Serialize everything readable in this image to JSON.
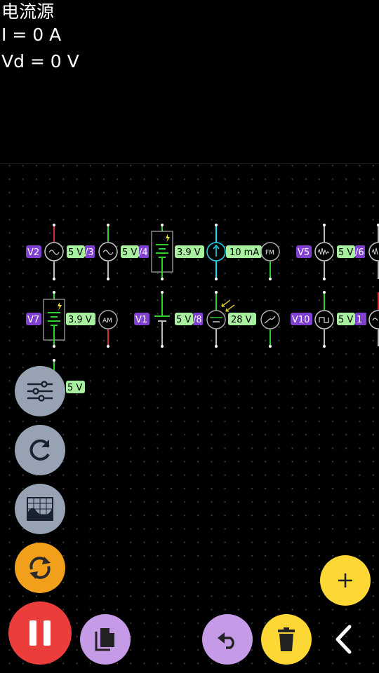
{
  "info": {
    "title": "电流源",
    "current": "I = 0 A",
    "diode_voltage": "Vd = 0 V"
  },
  "components": {
    "v2": {
      "name": "V2",
      "value": "5 V",
      "peer": "/3"
    },
    "v3": {
      "value": "5 V",
      "peer": "/4"
    },
    "battery_1": {
      "value": "3.9 V"
    },
    "current_source": {
      "value": "10 mA"
    },
    "fm_source": {
      "icon": "fm-source-icon",
      "text": "FM"
    },
    "v5": {
      "name": "V5",
      "value": "5 V",
      "peer": "/6"
    },
    "v7": {
      "name": "V7",
      "value": "3.9 V"
    },
    "am_source": {
      "icon": "am-source-icon",
      "text": "AM"
    },
    "v1": {
      "name": "V1",
      "value": "5 V",
      "peer": "/8"
    },
    "solar_cell": {
      "value": "28 V"
    },
    "v10": {
      "name": "V10",
      "value": "5 V",
      "peer": "1"
    },
    "bottom_source": {
      "value": "5 V"
    }
  },
  "colors": {
    "name_label_bg": "#8040d0",
    "value_label_bg": "#a8f0a0",
    "wire_positive": "#30d030",
    "wire_negative": "#d03030",
    "wire_neutral": "#bbbbbb",
    "wire_current": "#20d8f0",
    "fab_gray": "#97a3b3",
    "fab_orange": "#f2a01c",
    "fab_red": "#ec3d3d",
    "fab_purple": "#c59be8",
    "fab_yellow": "#fdd835"
  },
  "toolbar": {
    "settings": "sliders-icon",
    "reset": "reset-icon",
    "scope": "oscilloscope-icon",
    "refresh": "sync-icon",
    "pause": "pause-icon",
    "copy": "copy-icon",
    "add": "plus-icon",
    "undo": "undo-icon",
    "delete": "trash-icon",
    "back": "chevron-left-icon"
  }
}
